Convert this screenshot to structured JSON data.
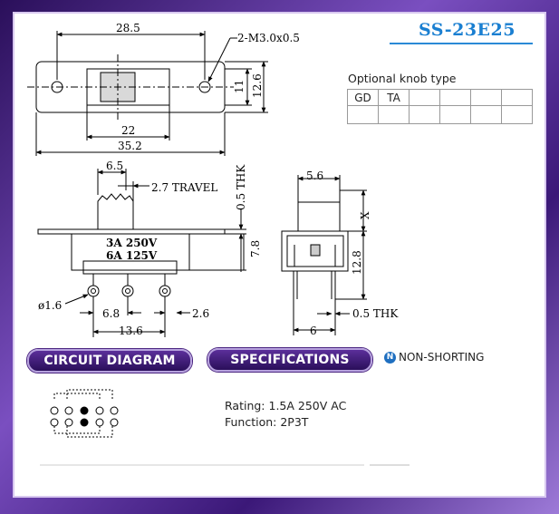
{
  "title": "SS-23E25",
  "knob": {
    "label": "Optional knob type",
    "options": [
      "GD",
      "TA"
    ]
  },
  "dims": {
    "top_28_5": "28.5",
    "screw": "2-M3.0x0.5",
    "d11": "11",
    "d12_6": "12.6",
    "d22": "22",
    "d35_2": "35.2",
    "d6_5": "6.5",
    "travel": "2.7 TRAVEL",
    "thk_top": "0.5 THK",
    "d7_8": "7.8",
    "rating_a": "3A 250V",
    "rating_b": "6A 125V",
    "phi": "ø1.6",
    "d6_8": "6.8",
    "d2_6": "2.6",
    "d13_6": "13.6",
    "d5_6": "5.6",
    "x": "X",
    "d12_8": "12.8",
    "d0_5thk": "0.5 THK",
    "d6": "6"
  },
  "sections": {
    "circuit": "CIRCUIT DIAGRAM",
    "specs": "SPECIFICATIONS",
    "nonshort": "NON-SHORTING",
    "nonshort_icon": "N"
  },
  "specs": {
    "rating": "Rating: 1.5A 250V AC",
    "function": "Function: 2P3T"
  },
  "colors": {
    "title": "#1a7fd1",
    "pill": "#2a0f5a"
  }
}
